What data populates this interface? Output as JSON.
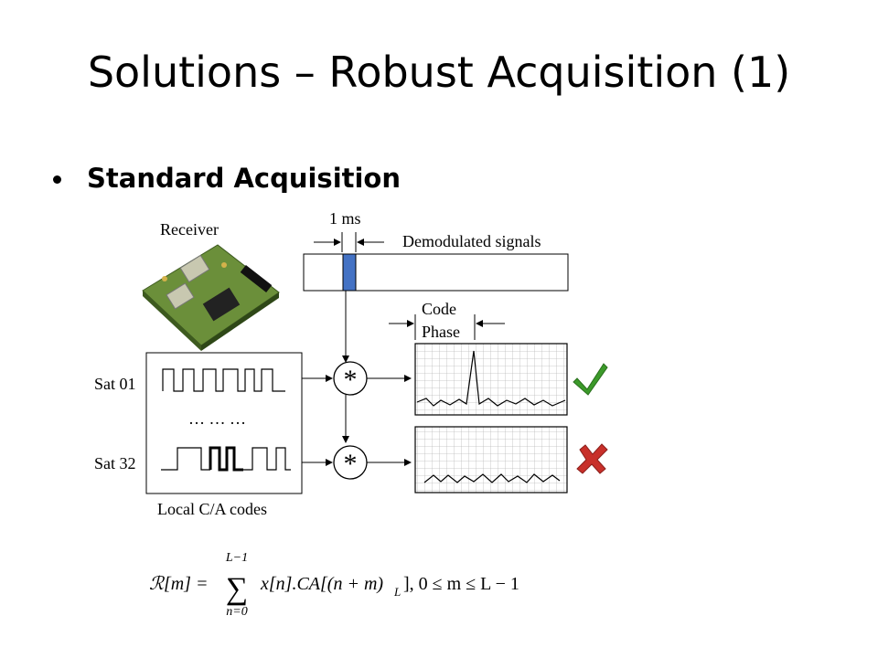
{
  "slide": {
    "title": "Solutions – Robust Acquisition (1)",
    "bullet": "Standard Acquisition"
  },
  "diagram": {
    "receiver_label": "Receiver",
    "ms_label": "1 ms",
    "demod_label": "Demodulated signals",
    "code_label": "Code",
    "phase_label": "Phase",
    "sat01_label": "Sat 01",
    "sat32_label": "Sat 32",
    "ellipsis": "… … …",
    "local_codes_label": "Local C/A codes",
    "correlate_symbol": "*",
    "result_ok": "check-icon",
    "result_fail": "cross-icon",
    "colors": {
      "signal_block": "#4472c4",
      "check": "#3c9a2a",
      "cross": "#c8302a",
      "grid": "#bbbbbb"
    }
  },
  "formula": {
    "lhs": "ℛ[m] =",
    "sum_upper": "L−1",
    "sum_lower": "n=0",
    "rhs_a": "x[n].CA[(n + m)",
    "rhs_sub": "L",
    "rhs_b": "], 0 ≤ m ≤ L − 1"
  }
}
